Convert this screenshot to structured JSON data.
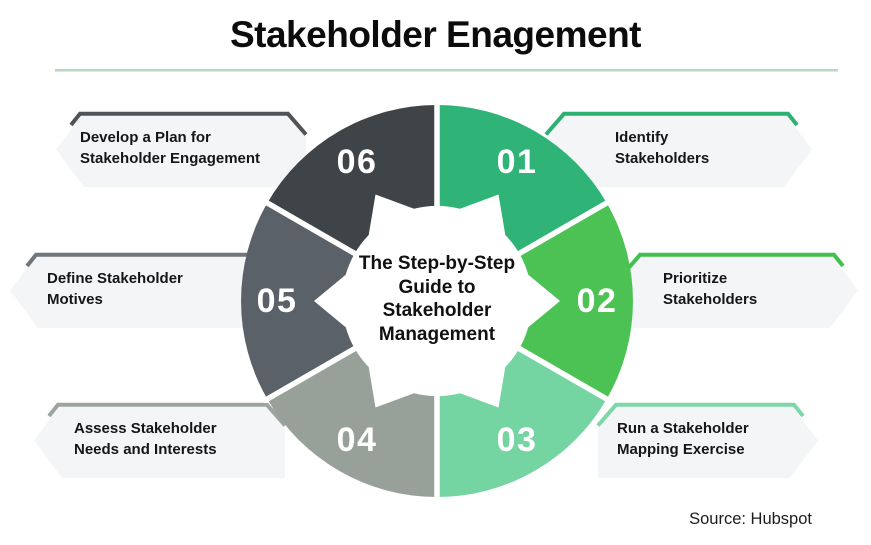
{
  "title": "Stakeholder Enagement",
  "rule_color": "#b5d8bf",
  "banner_bg": "#f4f5f6",
  "center": {
    "line1": "The Step-by-Step",
    "line2": "Guide to",
    "line3": "Stakeholder",
    "line4": "Management"
  },
  "segments": [
    {
      "num": "01",
      "line1": "Identify",
      "line2": "Stakeholders",
      "color": "#2fb377",
      "border": "#2db173"
    },
    {
      "num": "02",
      "line1": "Prioritize",
      "line2": "Stakeholders",
      "color": "#4cc254",
      "border": "#40c04f"
    },
    {
      "num": "03",
      "line1": "Run a Stakeholder",
      "line2": "Mapping Exercise",
      "color": "#74d5a3",
      "border": "#7dd7a8"
    },
    {
      "num": "04",
      "line1": "Assess Stakeholder",
      "line2": "Needs and Interests",
      "color": "#97a099",
      "border": "#9ca49e"
    },
    {
      "num": "05",
      "line1": "Define Stakeholder",
      "line2": "Motives",
      "color": "#5b6169",
      "border": "#70767d"
    },
    {
      "num": "06",
      "line1": "Develop a Plan for",
      "line2": "Stakeholder Engagement",
      "color": "#3e4448",
      "border": "#4e5457"
    }
  ],
  "source": "Source: Hubspot"
}
